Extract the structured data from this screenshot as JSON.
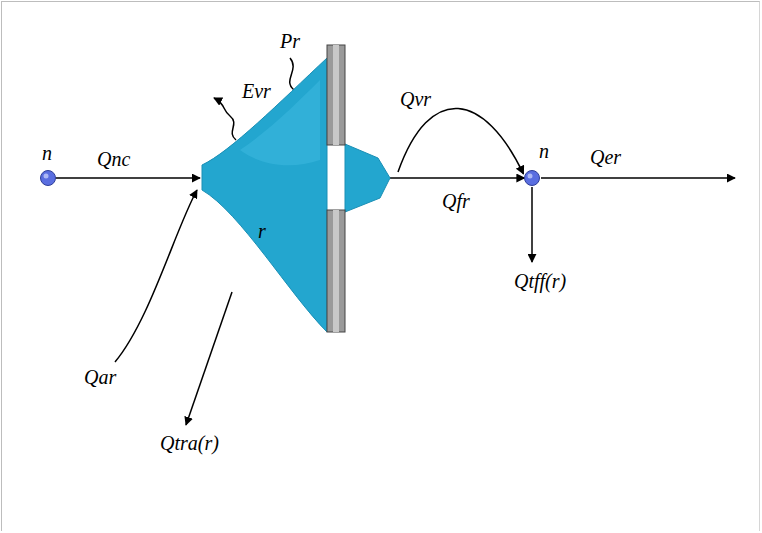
{
  "diagram": {
    "nodes": [
      {
        "text": [
          "n"
        ]
      },
      {
        "text": [
          "r"
        ]
      },
      {
        "text": [
          "n"
        ]
      }
    ],
    "edges": [
      {
        "from": 0,
        "to": 1,
        "arrow": "to",
        "label": "Qnc"
      },
      {
        "from": 1,
        "to": 2,
        "arrow": "to",
        "label": "Qfr"
      },
      {
        "from": 1,
        "to": 2,
        "arrow": "to",
        "label": "Qvr"
      }
    ],
    "labels": [
      "Pr",
      "Evr",
      "Qar",
      "Qtra(r)",
      "Qer",
      "Qtff(r)"
    ]
  }
}
